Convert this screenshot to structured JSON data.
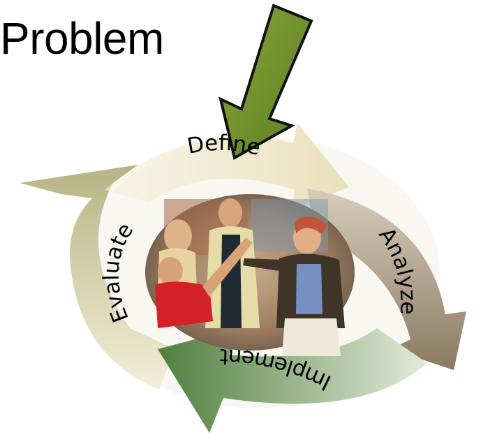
{
  "title": "Problem",
  "cycle": {
    "steps": [
      {
        "label": "Define"
      },
      {
        "label": "Analyze"
      },
      {
        "label": "Implement"
      },
      {
        "label": "Evaluate"
      }
    ],
    "entry_arrow_color": "#6F8F2C",
    "colors": {
      "define_arrow": "#EDE5C8",
      "analyze_arrow": "#A8987F",
      "implement_arrow": "#6E9A5C",
      "evaluate_arrow": "#CFC79F"
    }
  }
}
